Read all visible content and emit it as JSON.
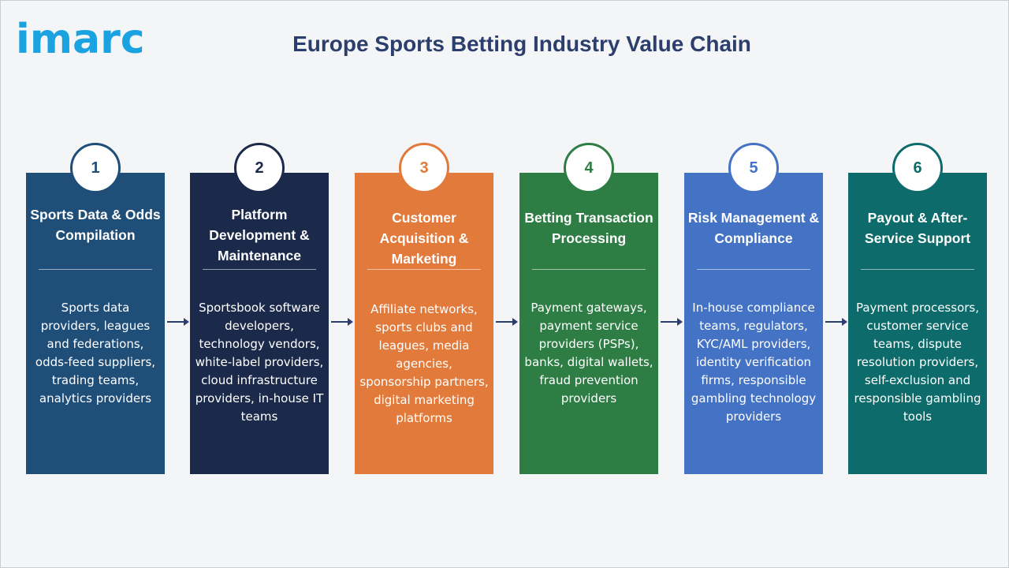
{
  "logo": {
    "text": "imarc"
  },
  "title": "Europe Sports Betting Industry Value Chain",
  "colors": {
    "title": "#2c3e6b",
    "logo": "#1aa3e0",
    "arrow": "#2c3e6b"
  },
  "stages": [
    {
      "number": "1",
      "heading": "Sports Data & Odds Compilation",
      "body": "Sports data providers, leagues and federations, odds-feed suppliers, trading teams, analytics providers",
      "color": "#1f4e79"
    },
    {
      "number": "2",
      "heading": "Platform Development & Maintenance",
      "body": "Sportsbook software developers, technology vendors, white-label providers, cloud infrastructure providers, in-house IT teams",
      "color": "#1b2a4a"
    },
    {
      "number": "3",
      "heading": "Customer Acquisition & Marketing",
      "body": "Affiliate networks, sports clubs and leagues, media agencies, sponsorship partners, digital marketing platforms",
      "color": "#e27a3b"
    },
    {
      "number": "4",
      "heading": "Betting Transaction Processing",
      "body": "Payment gateways, payment service providers (PSPs), banks, digital wallets, fraud prevention providers",
      "color": "#2e7d45"
    },
    {
      "number": "5",
      "heading": "Risk Management & Compliance",
      "body": "In-house compliance teams, regulators, KYC/AML providers, identity verification firms, responsible gambling technology providers",
      "color": "#4472c4"
    },
    {
      "number": "6",
      "heading": "Payout & After-Service Support",
      "body": "Payment processors, customer service teams, dispute resolution providers, self-exclusion and responsible gambling tools",
      "color": "#0e6b6b"
    }
  ]
}
